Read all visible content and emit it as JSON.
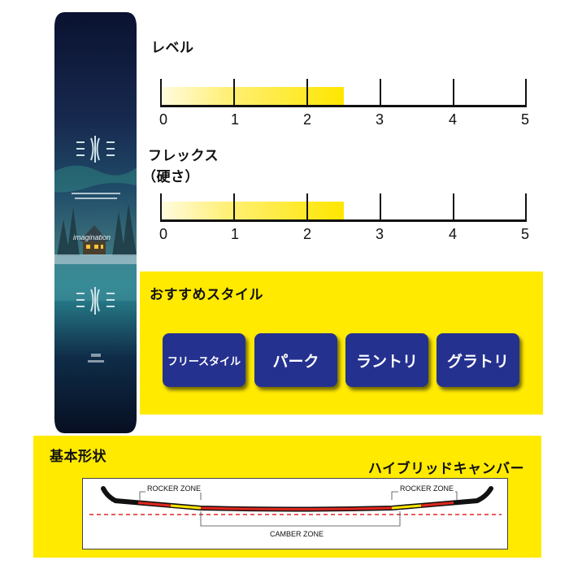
{
  "level": {
    "title": "レベル",
    "scale_labels": [
      "0",
      "1",
      "2",
      "3",
      "4",
      "5"
    ],
    "value": 2.5,
    "max": 5
  },
  "flex": {
    "title_line1": "フレックス",
    "title_line2": "（硬さ）",
    "scale_labels": [
      "0",
      "1",
      "2",
      "3",
      "4",
      "5"
    ],
    "value": 2.5,
    "max": 5
  },
  "styles": {
    "title": "おすすめスタイル",
    "items": [
      "フリースタイル",
      "パーク",
      "ラントリ",
      "グラトリ"
    ]
  },
  "shape": {
    "title": "基本形状",
    "type": "ハイブリッドキャンバー",
    "rocker_left": "ROCKER ZONE",
    "rocker_right": "ROCKER ZONE",
    "camber": "CAMBER ZONE"
  },
  "board": {
    "graphic_text": "imagination",
    "colors": {
      "top": "#0d1638",
      "mid": "#1d5a74",
      "teal": "#2a8a95",
      "bottom": "#081426"
    }
  },
  "colors": {
    "accent_yellow": "#ffea00",
    "button_blue": "#25318f",
    "zone_red": "#e0261e"
  }
}
